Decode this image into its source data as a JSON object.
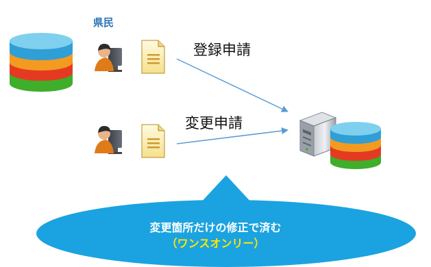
{
  "resident_label": "県民",
  "arrows": {
    "registration_label": "登録申請",
    "change_label": "変更申請"
  },
  "callout": {
    "line1": "変更箇所だけの修正で済む",
    "line2": "（ワンスオンリー）"
  },
  "colors": {
    "resident_label": "#2e75b6",
    "arrow": "#5b9bd5",
    "callout_fill": "#1aa3e0",
    "callout_text": "#ffffff",
    "callout_highlight": "#ffe600",
    "db_top": "#7fd0ee",
    "db_blue": "#2f9fd6",
    "db_orange": "#f39a21",
    "db_red": "#e53a22",
    "db_green": "#3fae2a"
  },
  "icons": {
    "database": "database-icon",
    "user": "user-computer-icon",
    "document": "document-icon",
    "server": "server-icon"
  }
}
